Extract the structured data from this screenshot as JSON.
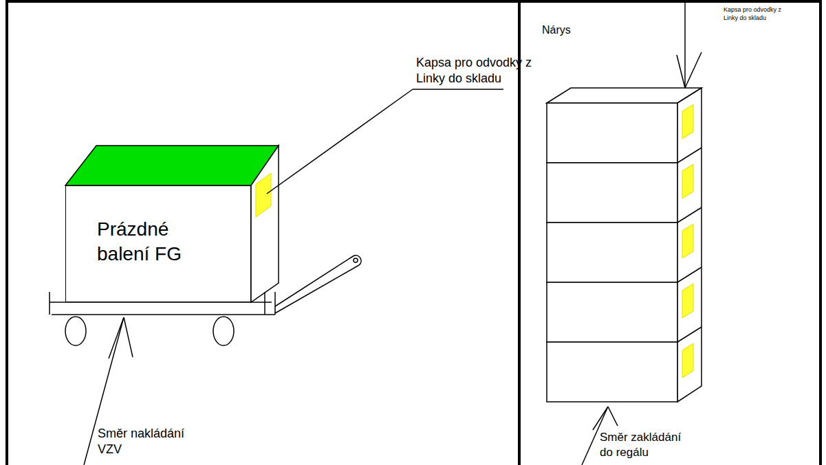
{
  "diagram": {
    "nodes": [
      {
        "text": [
          "Prázdné balení FG"
        ]
      }
    ],
    "labels": [
      "Kapsa pro odvodky z Linky do skladu",
      "Směr nakládání VZV",
      "Nárys",
      "Kapsa pro odvodky z Linky do skladu",
      "Směr zakládání do regálu"
    ]
  }
}
